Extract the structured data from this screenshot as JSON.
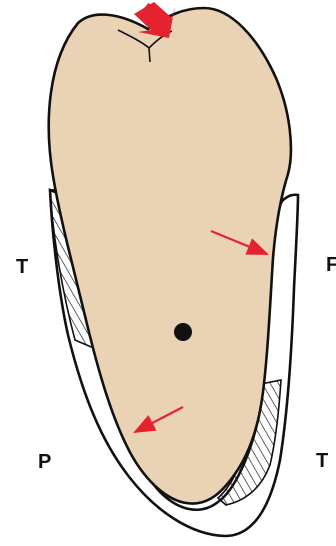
{
  "labels": {
    "top_left": "T",
    "right_upper": "F",
    "bottom_left": "P",
    "bottom_right": "T"
  },
  "colors": {
    "crown_fill": "#ead3b5",
    "outline": "#111111",
    "arrow_red": "#e4232f",
    "center_dot": "#111111",
    "ligament_fill": "#ffffff"
  },
  "icons": {
    "occlusal_force": "bold-red-arrow-icon",
    "pressure_upper": "thin-red-arrow-icon",
    "pressure_lower": "thin-red-arrow-icon",
    "rotation_center": "dot-icon"
  }
}
